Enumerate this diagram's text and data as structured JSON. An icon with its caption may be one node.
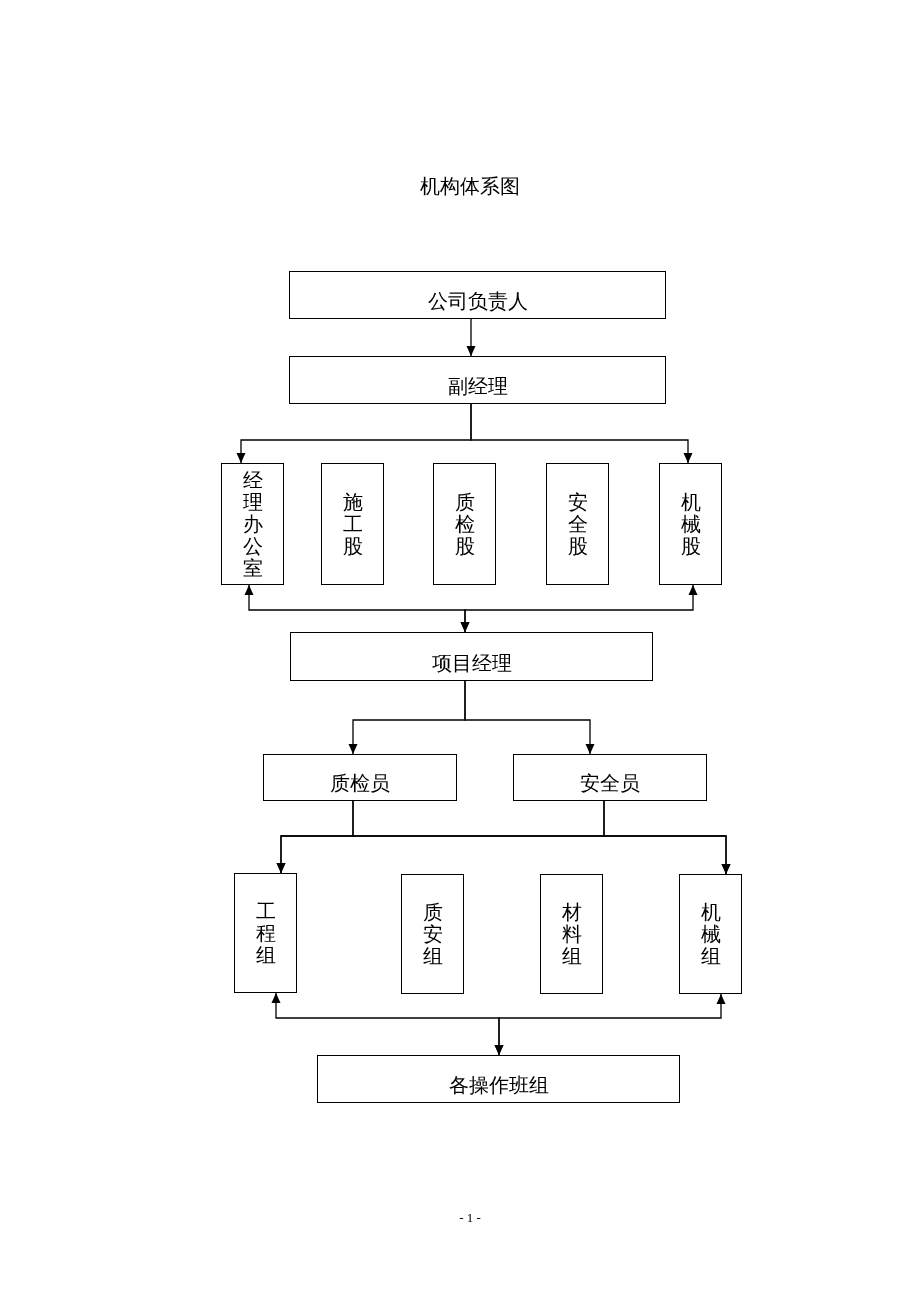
{
  "diagram": {
    "title": "机构体系图",
    "nodes": [
      {
        "text": [
          "公司负责人"
        ]
      },
      {
        "text": [
          "副经理"
        ]
      },
      {
        "text": [
          "经理办公室"
        ]
      },
      {
        "text": [
          "施工股"
        ]
      },
      {
        "text": [
          "质检股"
        ]
      },
      {
        "text": [
          "安全股"
        ]
      },
      {
        "text": [
          "机械股"
        ]
      },
      {
        "text": [
          "项目经理"
        ]
      },
      {
        "text": [
          "质检员"
        ]
      },
      {
        "text": [
          "安全员"
        ]
      },
      {
        "text": [
          "工程组"
        ]
      },
      {
        "text": [
          "质安组"
        ]
      },
      {
        "text": [
          "材料组"
        ]
      },
      {
        "text": [
          "机械组"
        ]
      },
      {
        "text": [
          "各操作班组"
        ]
      }
    ],
    "edges": [
      {
        "from": 0,
        "to": 1,
        "arrow": "to"
      },
      {
        "from": 1,
        "to": 2,
        "arrow": "to"
      },
      {
        "from": 1,
        "to": 6,
        "arrow": "to"
      },
      {
        "from": 2,
        "to": 7,
        "arrow": "both"
      },
      {
        "from": 6,
        "to": 7,
        "arrow": "both"
      },
      {
        "from": 7,
        "to": 8,
        "arrow": "to"
      },
      {
        "from": 7,
        "to": 9,
        "arrow": "to"
      },
      {
        "from": 8,
        "to": 10,
        "arrow": "to"
      },
      {
        "from": 8,
        "to": 13,
        "arrow": "to"
      },
      {
        "from": 9,
        "to": 10,
        "arrow": "to"
      },
      {
        "from": 9,
        "to": 13,
        "arrow": "to"
      },
      {
        "from": 10,
        "to": 14,
        "arrow": "both"
      },
      {
        "from": 13,
        "to": 14,
        "arrow": "both"
      }
    ],
    "labels": [
      "- 1 -"
    ]
  }
}
